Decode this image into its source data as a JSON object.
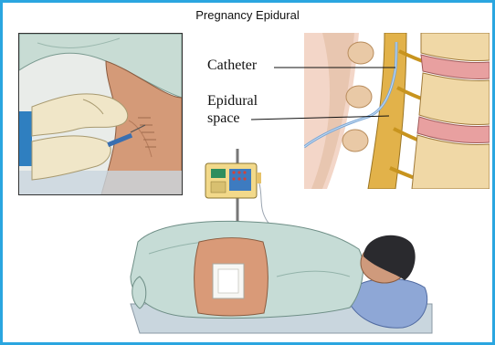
{
  "title": "Pregnancy Epidural",
  "labels": {
    "catheter": "Catheter",
    "epidural_line1": "Epidural",
    "epidural_line2": "space"
  }
}
